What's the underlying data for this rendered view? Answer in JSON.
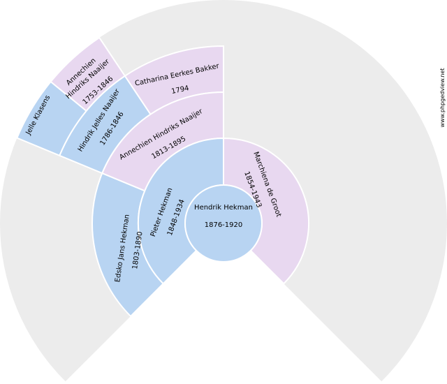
{
  "credit": "www.phpgedview.net",
  "colors": {
    "male": "#b8d4f2",
    "female": "#e8d8f0",
    "empty": "#ececec"
  },
  "root": {
    "name": "Hendrik Hekman",
    "dates": "1876-1920",
    "gender": "male"
  },
  "generation1": [
    {
      "name": "Pieter Hekman",
      "dates": "1848-1934",
      "gender": "male"
    },
    {
      "name": "Marchiena de Groot",
      "dates": "1854-1943",
      "gender": "female"
    }
  ],
  "generation2": [
    {
      "name": "Edsko Jans Hekman",
      "dates": "1803-1890",
      "gender": "male"
    },
    {
      "name": "Annechien Hindriks Naaijer",
      "dates": "1813-1895",
      "gender": "female"
    }
  ],
  "generation3": [
    {
      "name": "Hindrik Jelles Naaijer",
      "dates": "1786-1846",
      "gender": "male"
    },
    {
      "name": "Catharina Eerkes Bakker",
      "dates": "1794",
      "gender": "female"
    }
  ],
  "generation4": [
    {
      "name": "Jelle Klasens",
      "dates": "",
      "gender": "male"
    },
    {
      "name_line1": "Annechien",
      "name_line2": "Hindriks Naaijer",
      "dates": "1753-1846",
      "gender": "female"
    }
  ]
}
